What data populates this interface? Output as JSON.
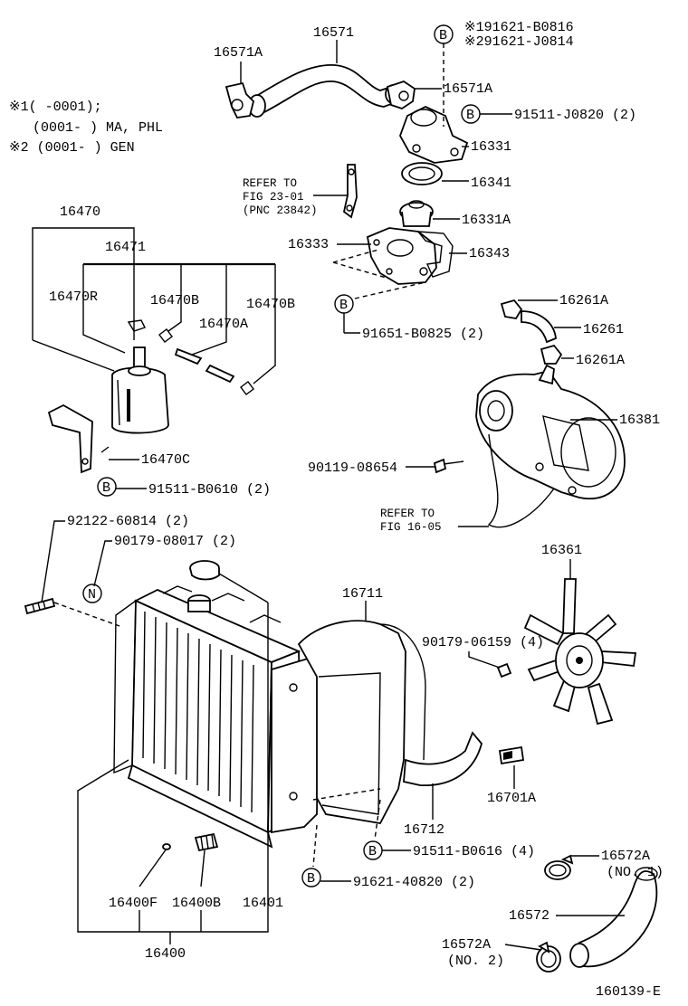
{
  "notes": {
    "n1a": "※1(      -0001);",
    "n1b": "(0001-      ) MA, PHL",
    "n2": "※2 (0001-      ) GEN"
  },
  "refs": {
    "fig2301_l1": "REFER TO",
    "fig2301_l2": "FIG 23-01",
    "fig2301_l3": "(PNC 23842)",
    "fig1605_l1": "REFER TO",
    "fig1605_l2": "FIG 16-05"
  },
  "markers": {
    "b": "B",
    "n": "N"
  },
  "labels": {
    "p16571": "16571",
    "p16571A_l": "16571A",
    "p16571A_r": "16571A",
    "p191621": "※191621-B0816",
    "p291621": "※291621-J0814",
    "p91511j": "91511-J0820 (2)",
    "p16331": "16331",
    "p16341": "16341",
    "p16331A": "16331A",
    "p16333": "16333",
    "p16343": "16343",
    "p91651": "91651-B0825 (2)",
    "p16261A_t": "16261A",
    "p16261": "16261",
    "p16261A_b": "16261A",
    "p16381": "16381",
    "p90119": "90119-08654",
    "p16470": "16470",
    "p16471": "16471",
    "p16470R": "16470R",
    "p16470B_1": "16470B",
    "p16470B_2": "16470B",
    "p16470A": "16470A",
    "p16470C": "16470C",
    "p91511b0610": "91511-B0610 (2)",
    "p92122": "92122-60814 (2)",
    "p90179_08017": "90179-08017 (2)",
    "p16711": "16711",
    "p16361": "16361",
    "p90179_06159": "90179-06159 (4)",
    "p16701A": "16701A",
    "p16712": "16712",
    "p91511b0616": "91511-B0616 (4)",
    "p91621": "91621-40820 (2)",
    "p16572A_t": "16572A",
    "p16572A_t2": "(NO. 1)",
    "p16572": "16572",
    "p16572A_b": "16572A",
    "p16572A_b2": "(NO. 2)",
    "p16400F": "16400F",
    "p16400B": "16400B",
    "p16401": "16401",
    "p16400": "16400"
  },
  "figure_id": "160139-E"
}
